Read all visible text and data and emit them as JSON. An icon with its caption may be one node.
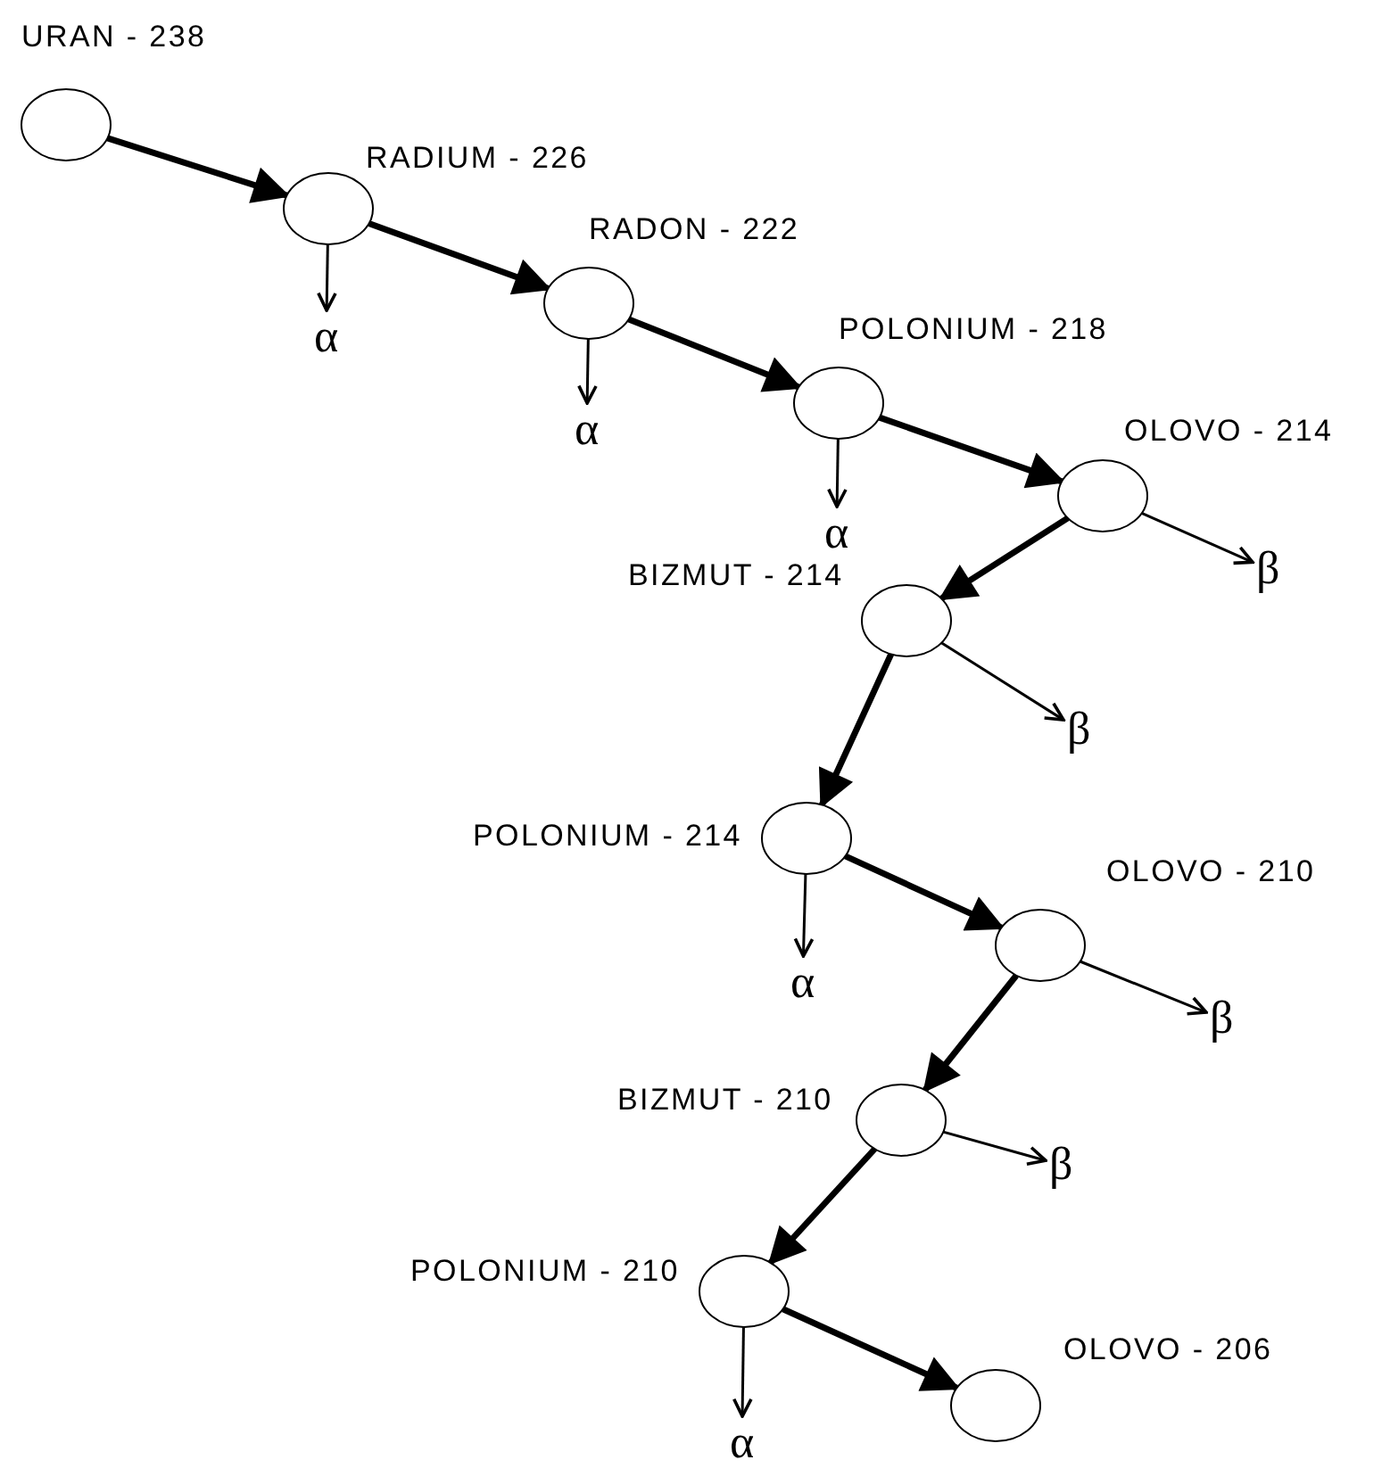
{
  "diagram": {
    "nodes": [
      {
        "text": [
          "URAN - 238"
        ]
      },
      {
        "text": [
          "RADIUM - 226"
        ]
      },
      {
        "text": [
          "α"
        ]
      },
      {
        "text": [
          "RADON - 222"
        ]
      },
      {
        "text": [
          "α"
        ]
      },
      {
        "text": [
          "POLONIUM - 218"
        ]
      },
      {
        "text": [
          "α"
        ]
      },
      {
        "text": [
          "OLOVO - 214"
        ]
      },
      {
        "text": [
          "β"
        ]
      },
      {
        "text": [
          "BIZMUT - 214"
        ]
      },
      {
        "text": [
          "β"
        ]
      },
      {
        "text": [
          "POLONIUM - 214"
        ]
      },
      {
        "text": [
          "α"
        ]
      },
      {
        "text": [
          "OLOVO - 210"
        ]
      },
      {
        "text": [
          "β"
        ]
      },
      {
        "text": [
          "BIZMUT - 210"
        ]
      },
      {
        "text": [
          "β"
        ]
      },
      {
        "text": [
          "POLONIUM - 210"
        ]
      },
      {
        "text": [
          "α"
        ]
      },
      {
        "text": [
          "OLOVO - 206"
        ]
      }
    ],
    "edges": [
      {
        "from": 0,
        "to": 1,
        "arrow": "to"
      },
      {
        "from": 1,
        "to": 2,
        "arrow": "to"
      },
      {
        "from": 1,
        "to": 3,
        "arrow": "to"
      },
      {
        "from": 3,
        "to": 4,
        "arrow": "to"
      },
      {
        "from": 3,
        "to": 5,
        "arrow": "to"
      },
      {
        "from": 5,
        "to": 6,
        "arrow": "to"
      },
      {
        "from": 5,
        "to": 7,
        "arrow": "to"
      },
      {
        "from": 7,
        "to": 8,
        "arrow": "to"
      },
      {
        "from": 7,
        "to": 9,
        "arrow": "to"
      },
      {
        "from": 9,
        "to": 10,
        "arrow": "to"
      },
      {
        "from": 9,
        "to": 11,
        "arrow": "to"
      },
      {
        "from": 11,
        "to": 12,
        "arrow": "to"
      },
      {
        "from": 11,
        "to": 13,
        "arrow": "to"
      },
      {
        "from": 13,
        "to": 14,
        "arrow": "to"
      },
      {
        "from": 13,
        "to": 15,
        "arrow": "to"
      },
      {
        "from": 15,
        "to": 16,
        "arrow": "to"
      },
      {
        "from": 15,
        "to": 17,
        "arrow": "to"
      },
      {
        "from": 17,
        "to": 18,
        "arrow": "to"
      },
      {
        "from": 17,
        "to": 19,
        "arrow": "to"
      }
    ]
  }
}
